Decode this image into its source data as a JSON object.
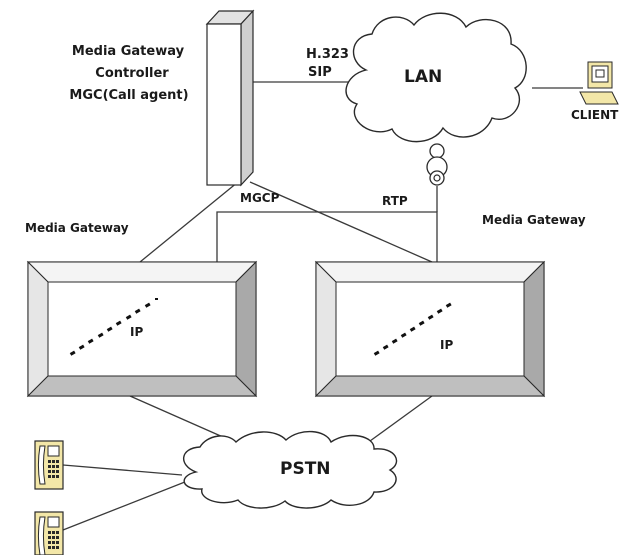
{
  "controller": {
    "line1": "Media Gateway",
    "line2": "Controller",
    "line3": "MGC(Call agent)"
  },
  "protocols": {
    "h323": "H.323",
    "sip": "SIP",
    "mgcp": "MGCP",
    "rtp": "RTP"
  },
  "lan": {
    "label": "LAN"
  },
  "client": {
    "label": "CLIENT"
  },
  "gateway_left": {
    "title": "Media Gateway",
    "ip": "IP"
  },
  "gateway_right": {
    "title": "Media Gateway",
    "ip": "IP"
  },
  "pstn": {
    "label": "PSTN"
  },
  "colors": {
    "phone_fill": "#f3e7a8",
    "stroke": "#2a2a2a",
    "bevel_light": "#f4f4f4",
    "bevel_dark": "#a9a9a9"
  }
}
